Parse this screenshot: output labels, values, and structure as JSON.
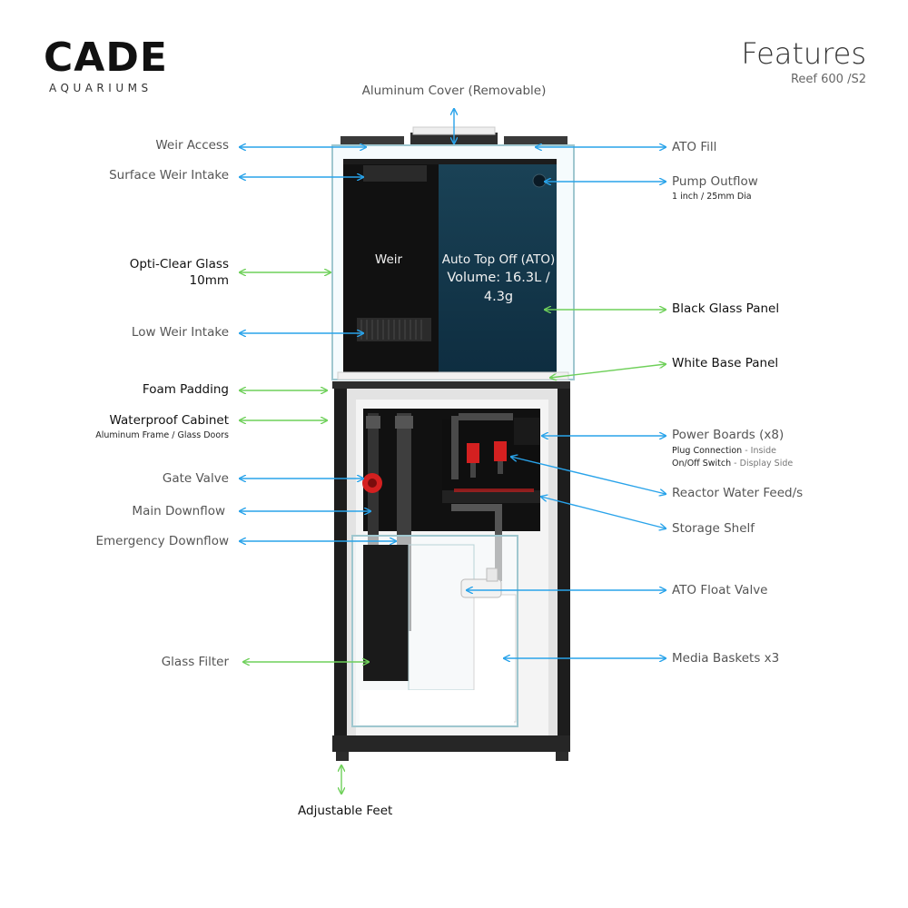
{
  "brand": {
    "name": "CADE",
    "sub": "AQUARIUMS"
  },
  "header": {
    "title": "Features",
    "subtitle": "Reef 600 /S2"
  },
  "colors": {
    "blue_arrow": "#29a3ea",
    "green_arrow": "#6fd05a"
  },
  "inner_labels": {
    "weir": "Weir",
    "ato_line1": "Auto Top Off (ATO)",
    "ato_line2": "Volume: 16.3L /",
    "ato_line3": "4.3g"
  },
  "labels": {
    "aluminum_cover": "Aluminum Cover (Removable)",
    "weir_access": "Weir Access",
    "surface_weir_intake": "Surface Weir Intake",
    "opti_clear_line1": "Opti-Clear Glass",
    "opti_clear_line2": "10mm",
    "low_weir_intake": "Low Weir Intake",
    "foam_padding": "Foam Padding",
    "waterproof_cabinet": "Waterproof Cabinet",
    "waterproof_cabinet_sub": "Aluminum Frame / Glass Doors",
    "gate_valve": "Gate Valve",
    "main_downflow": "Main Downflow",
    "emergency_downflow": "Emergency Downflow",
    "glass_filter": "Glass Filter",
    "adjustable_feet": "Adjustable Feet",
    "ato_fill": "ATO Fill",
    "pump_outflow": "Pump Outflow",
    "pump_outflow_sub": "1 inch / 25mm Dia",
    "black_glass_panel": "Black Glass Panel",
    "white_base_panel": "White Base Panel",
    "power_boards": "Power Boards (x8)",
    "power_sub1_a": "Plug Connection",
    "power_sub1_b": " - Inside",
    "power_sub2_a": "On/Off Switch",
    "power_sub2_b": " - Display Side",
    "reactor_feed": "Reactor Water Feed/s",
    "storage_shelf": "Storage Shelf",
    "ato_float_valve": "ATO Float Valve",
    "media_baskets": "Media Baskets x3"
  }
}
